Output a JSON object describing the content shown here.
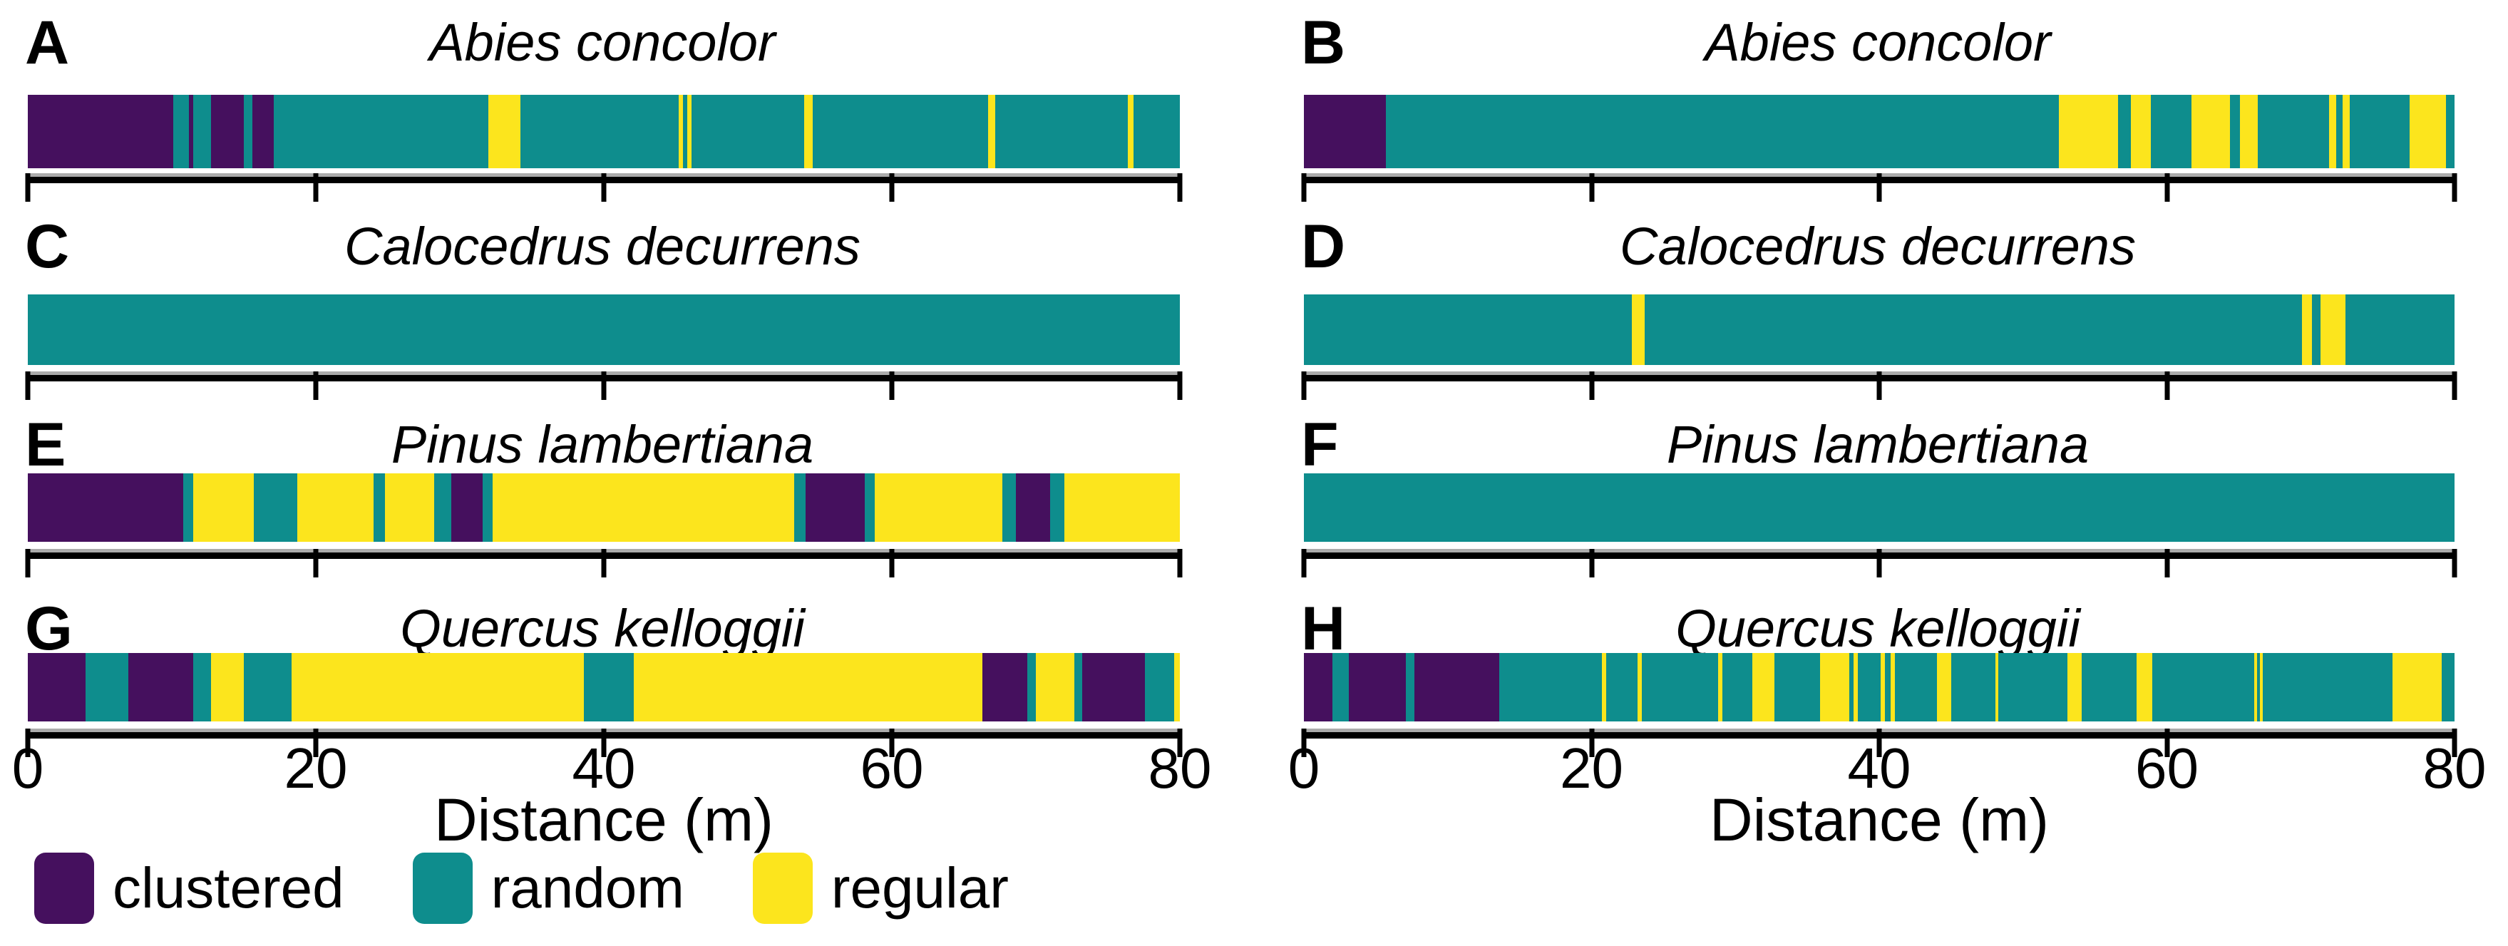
{
  "chart_data": {
    "type": "bar",
    "subtype": "horizontal-classification-strips",
    "title": "",
    "xlabel": "Distance (m)",
    "xlim": [
      0,
      80
    ],
    "xticks": [
      0,
      20,
      40,
      60,
      80
    ],
    "grid": false,
    "legend_position": "bottom-left",
    "classes": [
      "clustered",
      "random",
      "regular"
    ],
    "class_colors": {
      "clustered": "#45105e",
      "random": "#0e8d8d",
      "regular": "#fce51d"
    },
    "panels": [
      {
        "letter": "A",
        "species": "Abies concolor",
        "column": "left",
        "segments": [
          [
            0,
            10.1,
            "clustered"
          ],
          [
            10.1,
            11.2,
            "random"
          ],
          [
            11.2,
            11.5,
            "clustered"
          ],
          [
            11.5,
            12.7,
            "random"
          ],
          [
            12.7,
            15,
            "clustered"
          ],
          [
            15,
            15.6,
            "random"
          ],
          [
            15.6,
            17.1,
            "clustered"
          ],
          [
            17.1,
            32,
            "random"
          ],
          [
            32,
            34.2,
            "regular"
          ],
          [
            34.2,
            45.2,
            "random"
          ],
          [
            45.2,
            45.5,
            "regular"
          ],
          [
            45.5,
            45.8,
            "random"
          ],
          [
            45.8,
            46.1,
            "regular"
          ],
          [
            46.1,
            53.9,
            "random"
          ],
          [
            53.9,
            54.5,
            "regular"
          ],
          [
            54.5,
            66.7,
            "random"
          ],
          [
            66.7,
            67.2,
            "regular"
          ],
          [
            67.2,
            76.4,
            "random"
          ],
          [
            76.4,
            76.8,
            "regular"
          ],
          [
            76.8,
            80,
            "random"
          ]
        ]
      },
      {
        "letter": "B",
        "species": "Abies concolor",
        "column": "right",
        "segments": [
          [
            0,
            5.7,
            "clustered"
          ],
          [
            5.7,
            52.5,
            "random"
          ],
          [
            52.5,
            56.6,
            "regular"
          ],
          [
            56.6,
            57.5,
            "random"
          ],
          [
            57.5,
            58.9,
            "regular"
          ],
          [
            58.9,
            61.7,
            "random"
          ],
          [
            61.7,
            64.4,
            "regular"
          ],
          [
            64.4,
            65.1,
            "random"
          ],
          [
            65.1,
            66.3,
            "regular"
          ],
          [
            66.3,
            71.3,
            "random"
          ],
          [
            71.3,
            71.8,
            "regular"
          ],
          [
            71.8,
            72.2,
            "random"
          ],
          [
            72.2,
            72.7,
            "regular"
          ],
          [
            72.7,
            76.9,
            "random"
          ],
          [
            76.9,
            79.4,
            "regular"
          ],
          [
            79.4,
            80,
            "random"
          ]
        ]
      },
      {
        "letter": "C",
        "species": "Calocedrus decurrens",
        "column": "left",
        "segments": [
          [
            0,
            80,
            "random"
          ]
        ]
      },
      {
        "letter": "D",
        "species": "Calocedrus decurrens",
        "column": "right",
        "segments": [
          [
            0,
            22.8,
            "random"
          ],
          [
            22.8,
            23.7,
            "regular"
          ],
          [
            23.7,
            69.4,
            "random"
          ],
          [
            69.4,
            70.1,
            "regular"
          ],
          [
            70.1,
            70.7,
            "random"
          ],
          [
            70.7,
            72.4,
            "regular"
          ],
          [
            72.4,
            80,
            "random"
          ]
        ]
      },
      {
        "letter": "E",
        "species": "Pinus lambertiana",
        "column": "left",
        "segments": [
          [
            0,
            10.8,
            "clustered"
          ],
          [
            10.8,
            11.5,
            "random"
          ],
          [
            11.5,
            15.7,
            "regular"
          ],
          [
            15.7,
            18.7,
            "random"
          ],
          [
            18.7,
            24,
            "regular"
          ],
          [
            24,
            24.8,
            "random"
          ],
          [
            24.8,
            28.2,
            "regular"
          ],
          [
            28.2,
            29.4,
            "random"
          ],
          [
            29.4,
            31.6,
            "clustered"
          ],
          [
            31.6,
            32.3,
            "random"
          ],
          [
            32.3,
            53.2,
            "regular"
          ],
          [
            53.2,
            54,
            "random"
          ],
          [
            54,
            58.1,
            "clustered"
          ],
          [
            58.1,
            58.8,
            "random"
          ],
          [
            58.8,
            67.7,
            "regular"
          ],
          [
            67.7,
            68.6,
            "random"
          ],
          [
            68.6,
            71,
            "clustered"
          ],
          [
            71,
            72,
            "random"
          ],
          [
            72,
            80,
            "regular"
          ]
        ]
      },
      {
        "letter": "F",
        "species": "Pinus lambertiana",
        "column": "right",
        "segments": [
          [
            0,
            80,
            "random"
          ]
        ]
      },
      {
        "letter": "G",
        "species": "Quercus kelloggii",
        "column": "left",
        "segments": [
          [
            0,
            4,
            "clustered"
          ],
          [
            4,
            7,
            "random"
          ],
          [
            7,
            11.5,
            "clustered"
          ],
          [
            11.5,
            12.7,
            "random"
          ],
          [
            12.7,
            15,
            "regular"
          ],
          [
            15,
            18.3,
            "random"
          ],
          [
            18.3,
            38.6,
            "regular"
          ],
          [
            38.6,
            42.1,
            "random"
          ],
          [
            42.1,
            66.3,
            "regular"
          ],
          [
            66.3,
            69.4,
            "clustered"
          ],
          [
            69.4,
            70,
            "random"
          ],
          [
            70,
            72.7,
            "regular"
          ],
          [
            72.7,
            73.2,
            "random"
          ],
          [
            73.2,
            77.6,
            "clustered"
          ],
          [
            77.6,
            79.6,
            "random"
          ],
          [
            79.6,
            80,
            "regular"
          ]
        ]
      },
      {
        "letter": "H",
        "species": "Quercus kelloggii",
        "column": "right",
        "segments": [
          [
            0,
            2,
            "clustered"
          ],
          [
            2,
            3.1,
            "random"
          ],
          [
            3.1,
            7.1,
            "clustered"
          ],
          [
            7.1,
            7.7,
            "random"
          ],
          [
            7.7,
            13.6,
            "clustered"
          ],
          [
            13.6,
            20.7,
            "random"
          ],
          [
            20.7,
            21,
            "regular"
          ],
          [
            21,
            23.2,
            "random"
          ],
          [
            23.2,
            23.5,
            "regular"
          ],
          [
            23.5,
            28.8,
            "random"
          ],
          [
            28.8,
            29.1,
            "regular"
          ],
          [
            29.1,
            31.2,
            "random"
          ],
          [
            31.2,
            32.7,
            "regular"
          ],
          [
            32.7,
            35.9,
            "random"
          ],
          [
            35.9,
            37.9,
            "regular"
          ],
          [
            37.9,
            38.2,
            "random"
          ],
          [
            38.2,
            38.5,
            "regular"
          ],
          [
            38.5,
            40.1,
            "random"
          ],
          [
            40.1,
            40.4,
            "regular"
          ],
          [
            40.4,
            40.8,
            "random"
          ],
          [
            40.8,
            41.1,
            "regular"
          ],
          [
            41.1,
            44,
            "random"
          ],
          [
            44,
            45,
            "regular"
          ],
          [
            45,
            48.1,
            "random"
          ],
          [
            48.1,
            48.3,
            "regular"
          ],
          [
            48.3,
            53.1,
            "random"
          ],
          [
            53.1,
            54.1,
            "regular"
          ],
          [
            54.1,
            57.9,
            "random"
          ],
          [
            57.9,
            59,
            "regular"
          ],
          [
            59,
            66.1,
            "random"
          ],
          [
            66.1,
            66.3,
            "regular"
          ],
          [
            66.3,
            66.5,
            "random"
          ],
          [
            66.5,
            66.7,
            "regular"
          ],
          [
            66.7,
            75.7,
            "random"
          ],
          [
            75.7,
            79.1,
            "regular"
          ],
          [
            79.1,
            80,
            "random"
          ]
        ]
      }
    ]
  },
  "legend": {
    "items": [
      {
        "label": "clustered",
        "class": "clustered"
      },
      {
        "label": "random",
        "class": "random"
      },
      {
        "label": "regular",
        "class": "regular"
      }
    ]
  },
  "axis": {
    "xlabel": "Distance (m)"
  }
}
